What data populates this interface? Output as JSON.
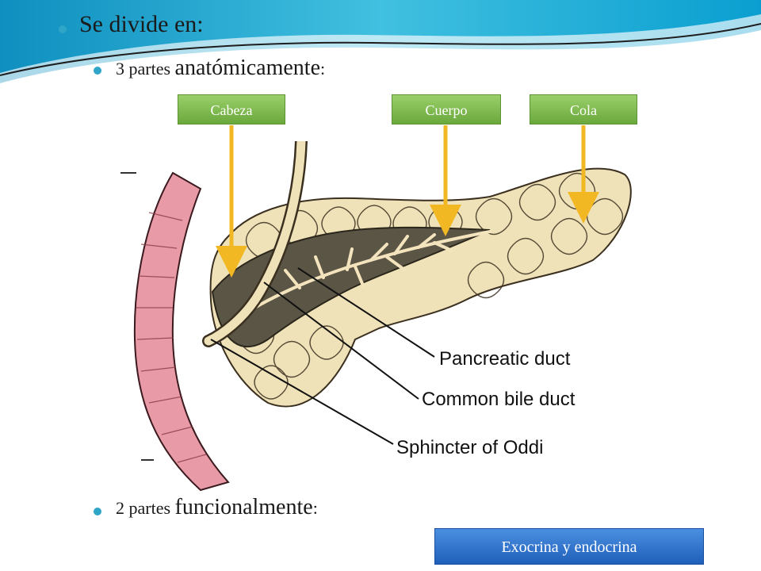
{
  "slide": {
    "heading": "Se divide en:",
    "bullet_anatomic_prefix": "3 partes ",
    "bullet_anatomic_emph": "anatómicamente",
    "bullet_anatomic_suffix": ":",
    "bullet_functional_prefix": "2 partes ",
    "bullet_functional_emph": "funcionalmente",
    "bullet_functional_suffix": ":"
  },
  "tags": {
    "cabeza": "Cabeza",
    "cuerpo": "Cuerpo",
    "cola": "Cola",
    "functional": "Exocrina y endocrina"
  },
  "diagram": {
    "pancreatic_duct": "Pancreatic duct",
    "common_bile_duct": "Common bile duct",
    "sphincter": "Sphincter of Oddi"
  },
  "colors": {
    "header_wave": "#1aa6cc",
    "bullet": "#2fa6c8",
    "tag_green": "#7cb848",
    "tag_blue": "#2a6fd0",
    "arrow": "#f2b824",
    "duodenum": "#e89aa6",
    "lobule": "#efe2b8",
    "duct_dark": "#5a5544"
  }
}
